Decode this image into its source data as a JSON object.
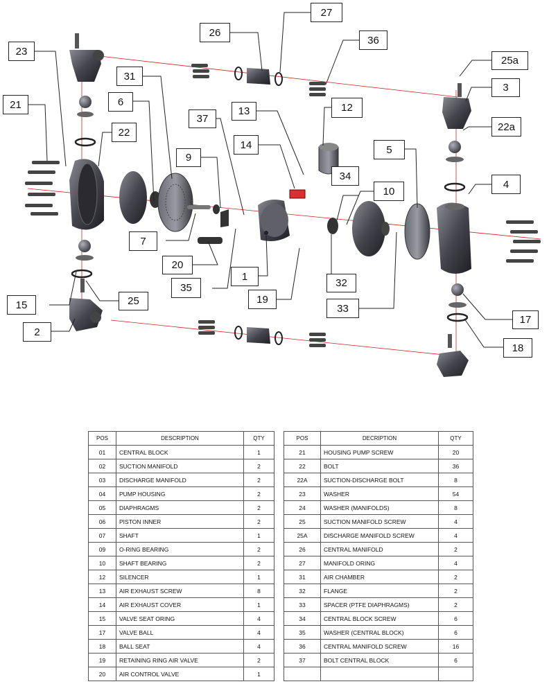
{
  "callouts": {
    "c1": "1",
    "c2": "2",
    "c3": "3",
    "c4": "4",
    "c5": "5",
    "c6": "6",
    "c7": "7",
    "c9": "9",
    "c10": "10",
    "c12": "12",
    "c13": "13",
    "c14": "14",
    "c15": "15",
    "c17": "17",
    "c18": "18",
    "c20": "20",
    "c21": "21",
    "c22": "22",
    "c22a": "22a",
    "c23": "23",
    "c25": "25",
    "c25a": "25a",
    "c26": "26",
    "c27": "27",
    "c31": "31",
    "c32": "32",
    "c33": "33",
    "c34": "34",
    "c35": "35",
    "c36": "36",
    "c37": "37"
  },
  "table": {
    "headers": {
      "pos": "POS",
      "description": "DESCRIPTION",
      "qty": "QTY",
      "pos2": "POS",
      "description2": "DECRIPTION",
      "qty2": "QTY"
    },
    "rows": [
      {
        "pos": "01",
        "desc": "CENTRAL BLOCK",
        "qty": "1",
        "pos2": "21",
        "desc2": "HOUSING PUMP SCREW",
        "qty2": "20"
      },
      {
        "pos": "02",
        "desc": "SUCTION MANIFOLD",
        "qty": "2",
        "pos2": "22",
        "desc2": "BOLT",
        "qty2": "36"
      },
      {
        "pos": "03",
        "desc": "DISCHARGE MANIFOLD",
        "qty": "2",
        "pos2": "22A",
        "desc2": "SUCTION-DISCHARGE BOLT",
        "qty2": "8"
      },
      {
        "pos": "04",
        "desc": "PUMP HOUSING",
        "qty": "2",
        "pos2": "23",
        "desc2": "WASHER",
        "qty2": "54"
      },
      {
        "pos": "05",
        "desc": "DIAPHRAGMS",
        "qty": "2",
        "pos2": "24",
        "desc2": "WASHER  (MANIFOLDS)",
        "qty2": "8"
      },
      {
        "pos": "06",
        "desc": "PISTON INNER",
        "qty": "2",
        "pos2": "25",
        "desc2": "SUCTION MANIFOLD SCREW",
        "qty2": "4"
      },
      {
        "pos": "07",
        "desc": "SHAFT",
        "qty": "1",
        "pos2": "25A",
        "desc2": "DISCHARGE MANIFOLD SCREW",
        "qty2": "4"
      },
      {
        "pos": "09",
        "desc": "O-RING BEARING",
        "qty": "2",
        "pos2": "26",
        "desc2": "CENTRAL MANIFOLD",
        "qty2": "2"
      },
      {
        "pos": "10",
        "desc": "SHAFT BEARING",
        "qty": "2",
        "pos2": "27",
        "desc2": "MANIFOLD ORING",
        "qty2": "4"
      },
      {
        "pos": "12",
        "desc": "SILENCER",
        "qty": "1",
        "pos2": "31",
        "desc2": "AIR CHAMBER",
        "qty2": "2"
      },
      {
        "pos": "13",
        "desc": "AIR EXHAUST SCREW",
        "qty": "8",
        "pos2": "32",
        "desc2": "FLANGE",
        "qty2": "2"
      },
      {
        "pos": "14",
        "desc": "AIR EXHAUST COVER",
        "qty": "1",
        "pos2": "33",
        "desc2": "SPACER (PTFE DIAPHRAGMS)",
        "qty2": "2"
      },
      {
        "pos": "15",
        "desc": "VALVE SEAT ORING",
        "qty": "4",
        "pos2": "34",
        "desc2": "CENTRAL BLOCK SCREW",
        "qty2": "6"
      },
      {
        "pos": "17",
        "desc": "VALVE BALL",
        "qty": "4",
        "pos2": "35",
        "desc2": "WASHER (CENTRAL BLOCK)",
        "qty2": "6"
      },
      {
        "pos": "18",
        "desc": "BALL SEAT",
        "qty": "4",
        "pos2": "36",
        "desc2": "CENTRAL MANIFOLD SCREW",
        "qty2": "16"
      },
      {
        "pos": "19",
        "desc": "RETAINING RING AIR VALVE",
        "qty": "2",
        "pos2": "37",
        "desc2": "BOLT CENTRAL BLOCK",
        "qty2": "6"
      },
      {
        "pos": "20",
        "desc": "AIR CONTROL VALVE",
        "qty": "1",
        "pos2": "",
        "desc2": "",
        "qty2": ""
      }
    ]
  }
}
